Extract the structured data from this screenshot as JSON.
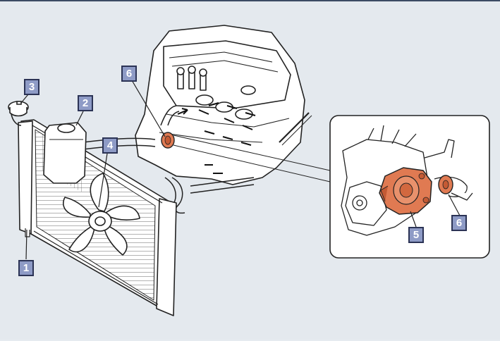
{
  "colors": {
    "background": "#e4e9ee",
    "line": "#222222",
    "part_fill": "#ffffff",
    "highlight": "#e07a52",
    "callout_fill": "#8e9bc6",
    "callout_border": "#2b3355",
    "header_bar": "#3b4a63"
  },
  "callouts": [
    {
      "id": "radiator",
      "label": "1"
    },
    {
      "id": "reservoir",
      "label": "2"
    },
    {
      "id": "radiator-cap",
      "label": "3"
    },
    {
      "id": "cooling-fan",
      "label": "4"
    },
    {
      "id": "water-pump",
      "label": "5"
    },
    {
      "id": "thermostat-engine",
      "label": "6"
    },
    {
      "id": "thermostat-inset",
      "label": "6"
    }
  ]
}
